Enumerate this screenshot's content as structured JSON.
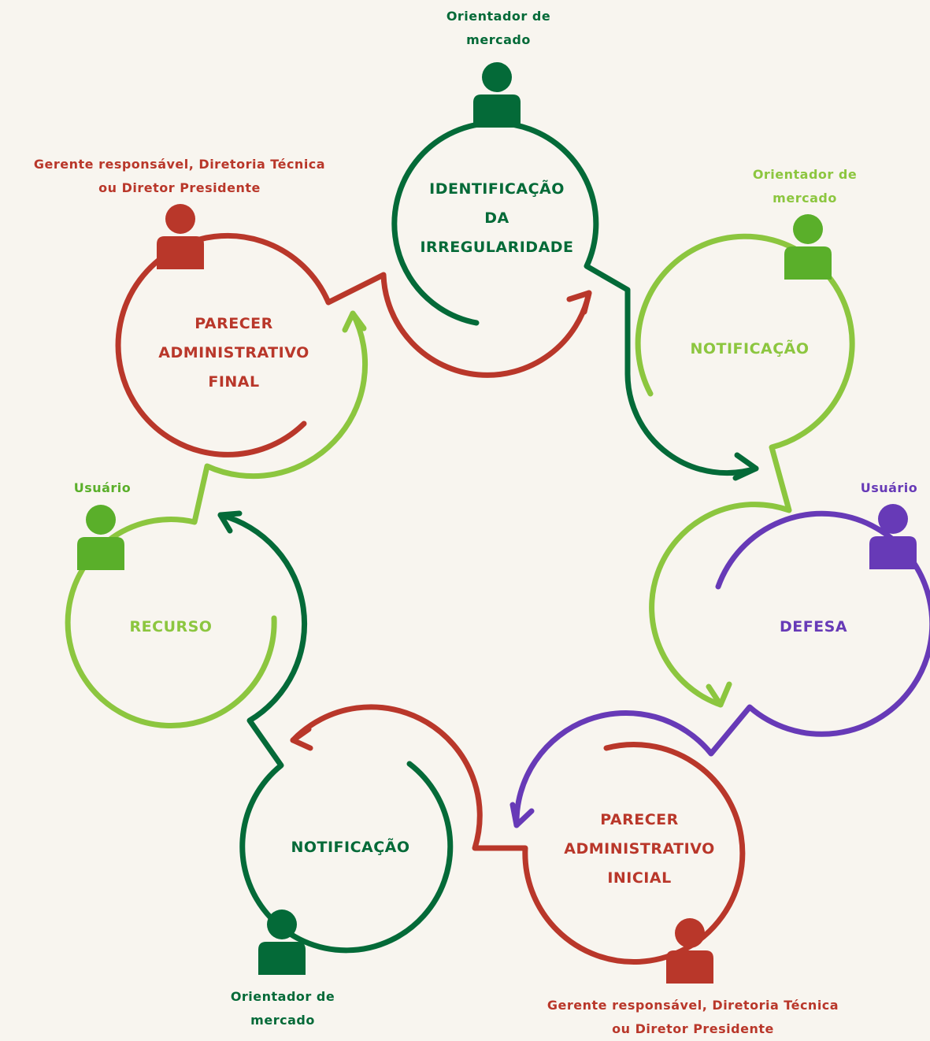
{
  "colors": {
    "dark_green": "#046a38",
    "light_green": "#8cc63f",
    "person_light_green": "#5aaf2a",
    "red": "#b9372a",
    "purple": "#673ab7",
    "background": "#f8f5ef"
  },
  "steps": {
    "identificacao": {
      "title": "IDENTIFICAÇÃO\nDA\nIRREGULARIDADE",
      "role": "Orientador de\nmercado"
    },
    "notificacao_1": {
      "title": "NOTIFICAÇÃO",
      "role": "Orientador de\nmercado"
    },
    "defesa": {
      "title": "DEFESA",
      "role": "Usuário"
    },
    "parecer_inicial": {
      "title": "PARECER\nADMINISTRATIVO\nINICIAL",
      "role": "Gerente responsável, Diretoria Técnica\nou Diretor Presidente"
    },
    "notificacao_2": {
      "title": "NOTIFICAÇÃO",
      "role": "Orientador de\nmercado"
    },
    "recurso": {
      "title": "RECURSO",
      "role": "Usuário"
    },
    "parecer_final": {
      "title": "PARECER\nADMINISTRATIVO\nFINAL",
      "role": "Gerente responsável, Diretoria Técnica\nou Diretor Presidente"
    }
  },
  "icons": {
    "person": "person-icon",
    "arrow": "arrowhead-icon"
  }
}
